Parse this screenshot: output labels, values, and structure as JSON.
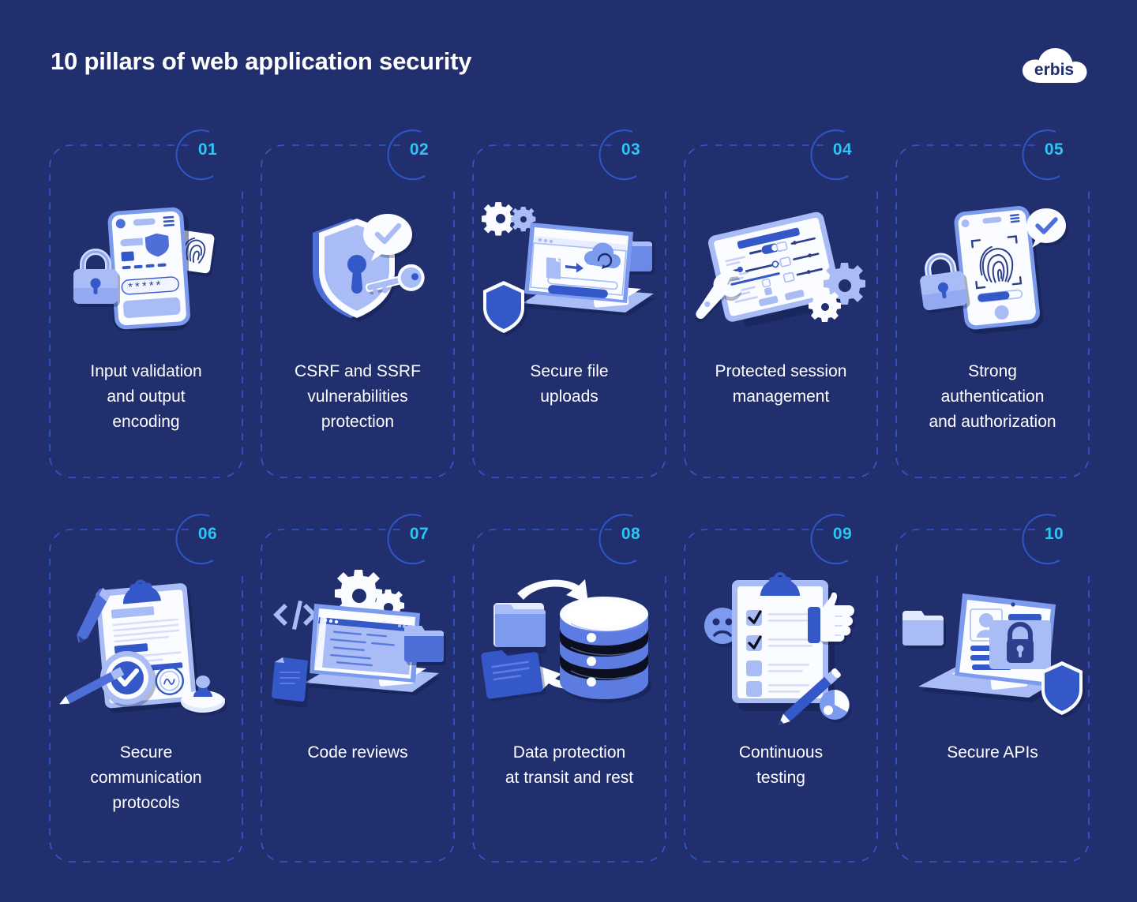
{
  "header": {
    "title": "10 pillars of web application security",
    "logo_text": "erbis",
    "logo_icon": "cloud-icon"
  },
  "colors": {
    "background": "#212f6e",
    "card_border": "#3558c8",
    "badge_arc": "#2f56c9",
    "number": "#2ec5f3",
    "text": "#ffffff",
    "art_light": "#a9bcf5",
    "art_mid": "#6b8ae6",
    "art_accent": "#3558c8",
    "art_white": "#fbfcff"
  },
  "cards": [
    {
      "number": "01",
      "label": "Input validation\nand output\nencoding",
      "icon": "phone-shield-padlock-fingerprint-icon"
    },
    {
      "number": "02",
      "label": "CSRF and SSRF\nvulnerabilities\nprotection",
      "icon": "shield-key-check-icon"
    },
    {
      "number": "03",
      "label": "Secure file\nuploads",
      "icon": "laptop-cloud-upload-icon"
    },
    {
      "number": "04",
      "label": "Protected session\nmanagement",
      "icon": "tablet-settings-wrench-gears-icon"
    },
    {
      "number": "05",
      "label": "Strong\nauthentication\nand authorization",
      "icon": "phone-fingerprint-padlock-icon"
    },
    {
      "number": "06",
      "label": "Secure\ncommunication\nprotocols",
      "icon": "clipboard-certificate-check-pen-icon"
    },
    {
      "number": "07",
      "label": "Code reviews",
      "icon": "laptop-code-gears-folder-icon"
    },
    {
      "number": "08",
      "label": "Data protection\nat transit and rest",
      "icon": "database-sync-folders-icon"
    },
    {
      "number": "09",
      "label": "Continuous\ntesting",
      "icon": "checklist-thumbsup-pencil-icon"
    },
    {
      "number": "10",
      "label": "Secure APIs",
      "icon": "laptop-padlock-profile-shield-icon"
    }
  ]
}
